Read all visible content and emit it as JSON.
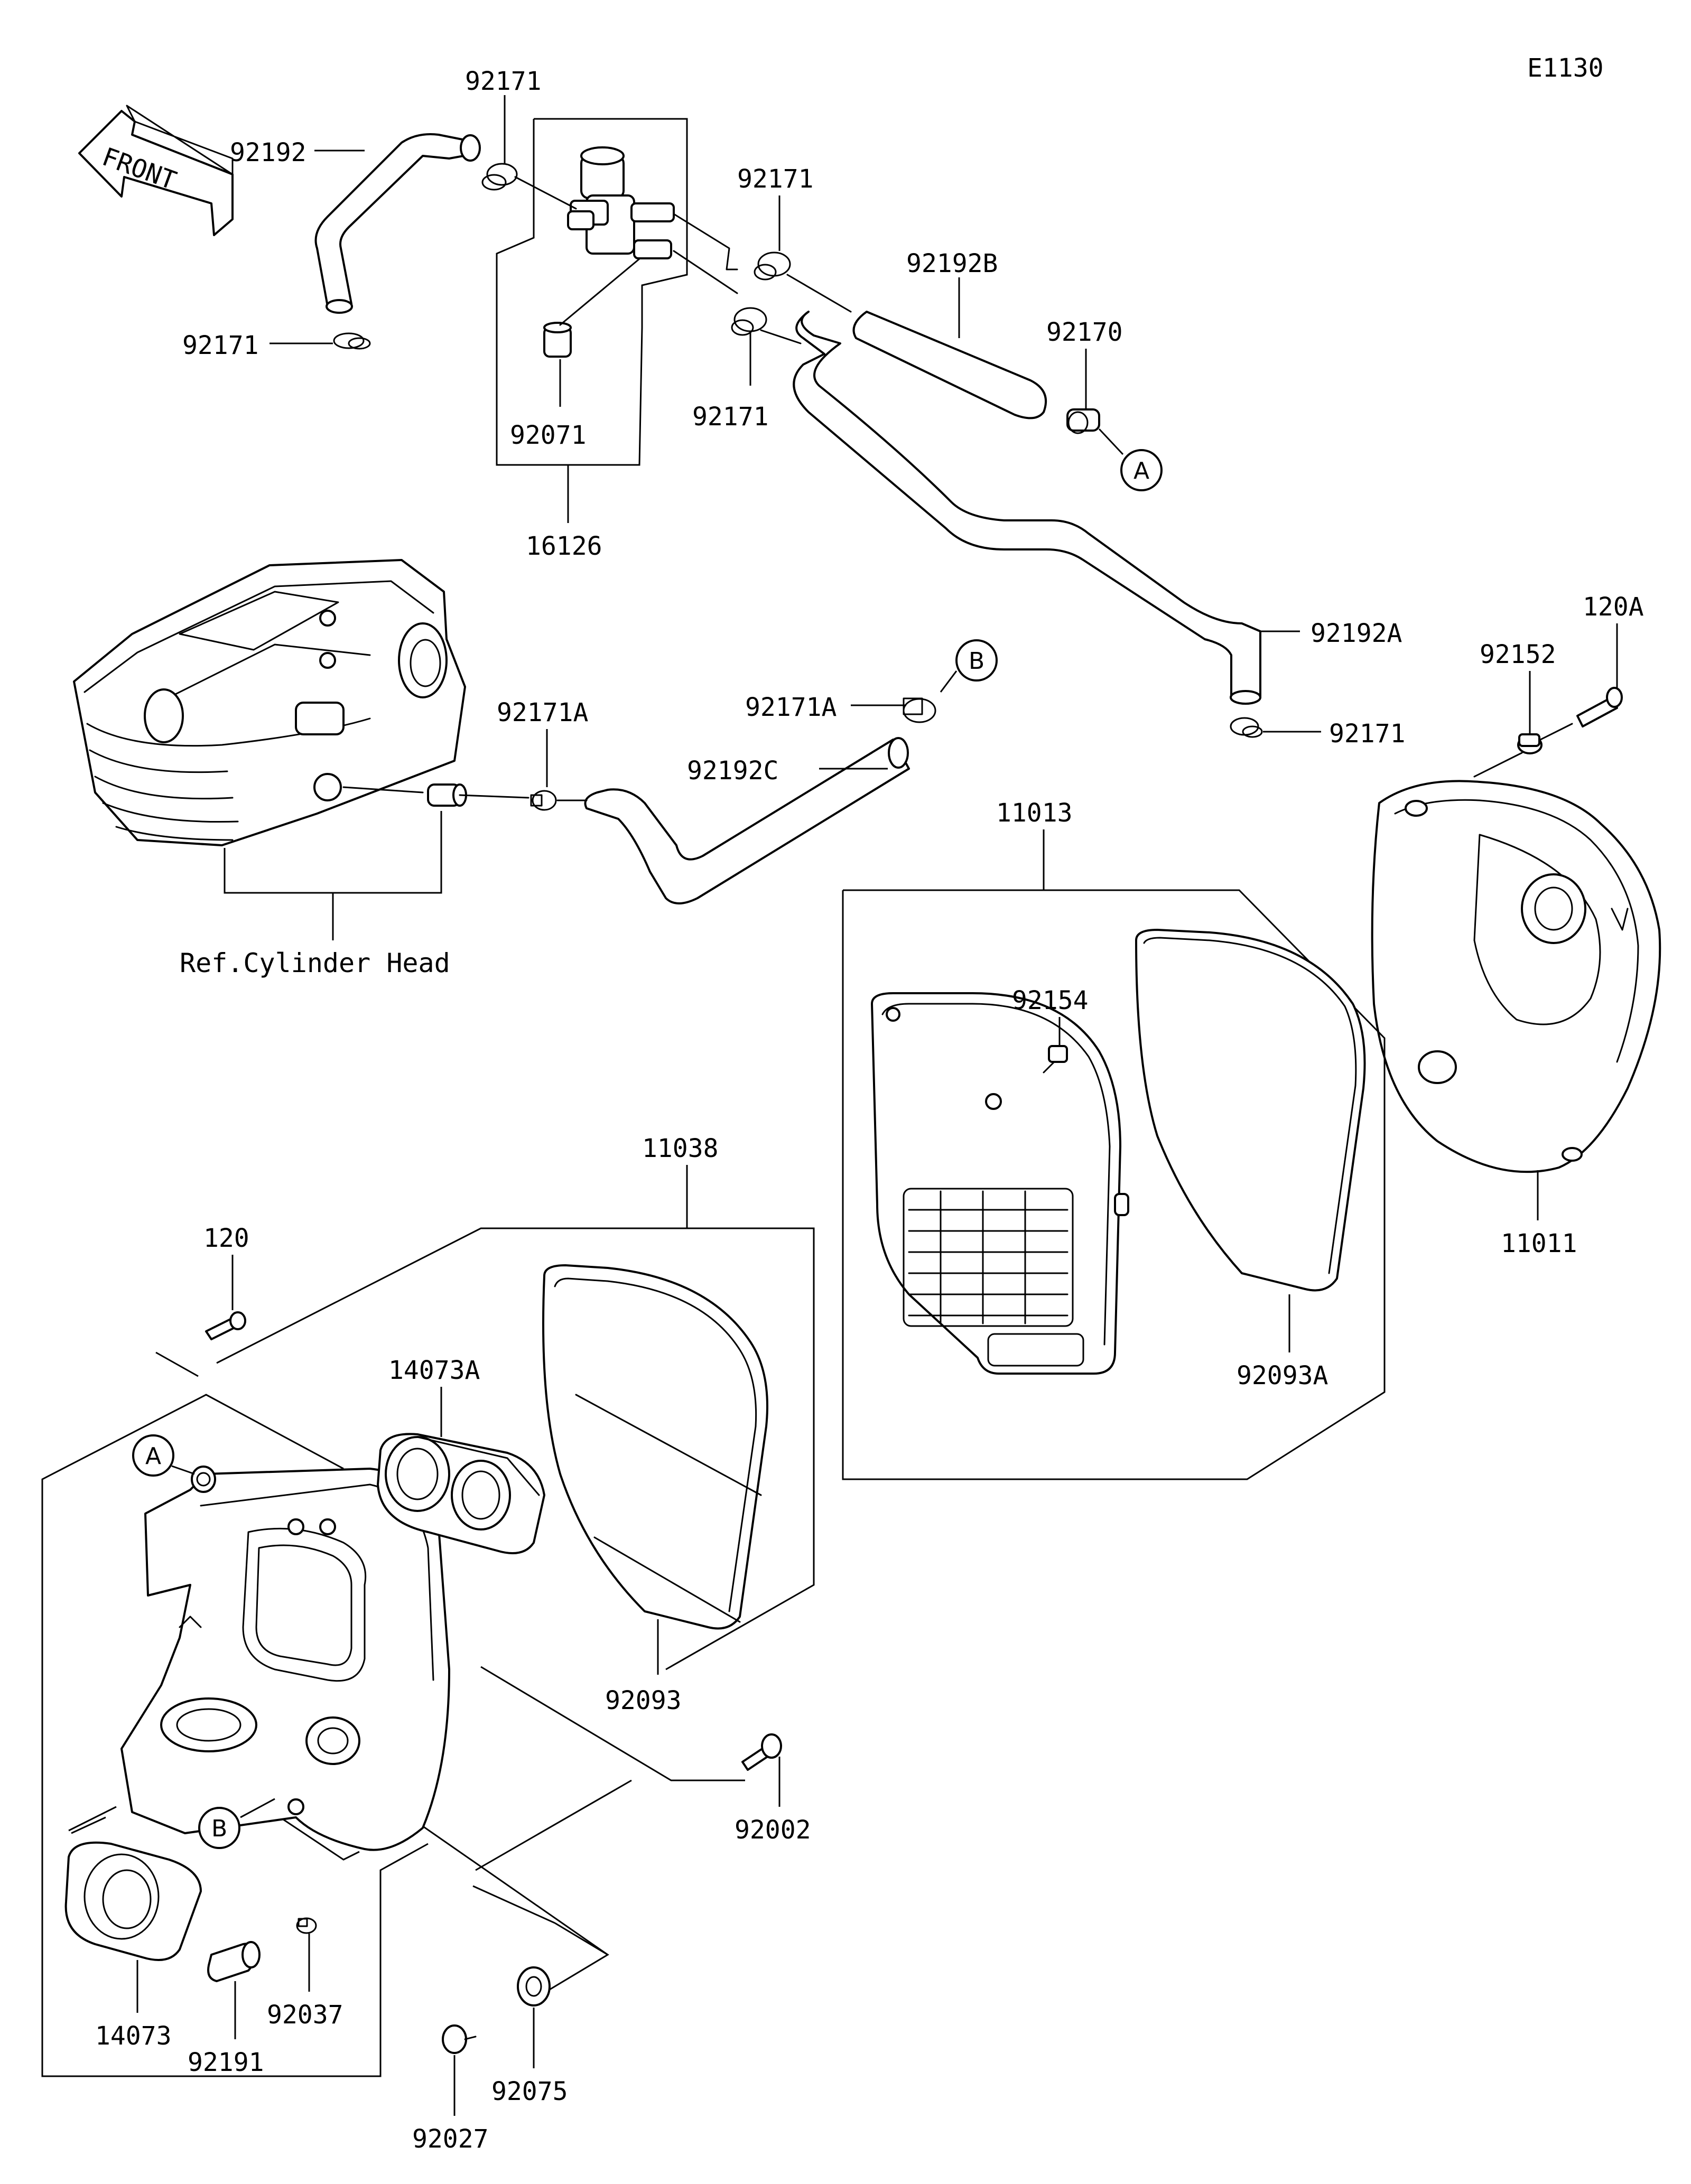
{
  "drawing_code": "E1130",
  "front_arrow_text": "FRONT",
  "callouts": [
    "A",
    "B"
  ],
  "labels": {
    "p92171_top": "92171",
    "p92192": "92192",
    "p92171_left": "92171",
    "p92071": "92071",
    "p16126": "16126",
    "p92171_mid": "92171",
    "p92192B": "92192B",
    "p92170": "92170",
    "p92171_mid2": "92171",
    "p92192A": "92192A",
    "p92171_right": "92171",
    "p92171A_left": "92171A",
    "p92171A": "92171A",
    "p92192C": "92192C",
    "ref_cylinder_head": "Ref.Cylinder Head",
    "p11013": "11013",
    "p120A": "120A",
    "p92152": "92152",
    "p92154": "92154",
    "p11011": "11011",
    "p92093A": "92093A",
    "p11038": "11038",
    "p120": "120",
    "p14073A": "14073A",
    "p92093": "92093",
    "p92002": "92002",
    "p14073": "14073",
    "p92037": "92037",
    "p92191": "92191",
    "p92075": "92075",
    "p92027": "92027"
  }
}
